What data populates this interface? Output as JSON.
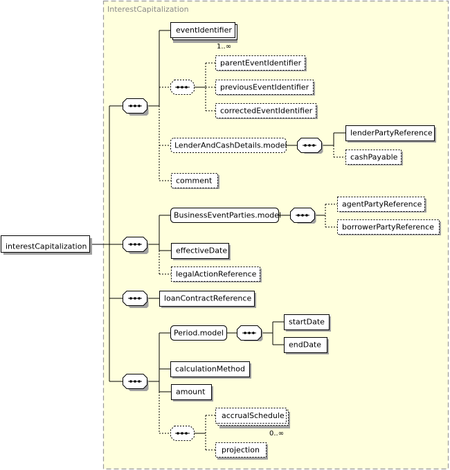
{
  "group": {
    "label": "InterestCapitalization"
  },
  "root": {
    "label": "interestCapitalization"
  },
  "elements": {
    "eventIdentifier": "eventIdentifier",
    "eventIdentifier_card": "1..∞",
    "parentEventIdentifier": "parentEventIdentifier",
    "previousEventIdentifier": "previousEventIdentifier",
    "correctedEventIdentifier": "correctedEventIdentifier",
    "lenderAndCashDetailsModel": "LenderAndCashDetails.model",
    "lenderPartyReference": "lenderPartyReference",
    "cashPayable": "cashPayable",
    "comment": "comment",
    "businessEventPartiesModel": "BusinessEventParties.model",
    "agentPartyReference": "agentPartyReference",
    "borrowerPartyReference": "borrowerPartyReference",
    "effectiveDate": "effectiveDate",
    "legalActionReference": "legalActionReference",
    "loanContractReference": "loanContractReference",
    "periodModel": "Period.model",
    "startDate": "startDate",
    "endDate": "endDate",
    "calculationMethod": "calculationMethod",
    "amount": "amount",
    "accrualSchedule": "accrualSchedule",
    "accrualSchedule_card": "0..∞",
    "projection": "projection"
  },
  "colors": {
    "group_fill": "#ffffdd",
    "group_border": "#9a9a9a",
    "box_fill": "#ffffff",
    "shadow": "#a0a0a0"
  },
  "icons": [
    "sequence-compositor-icon"
  ]
}
